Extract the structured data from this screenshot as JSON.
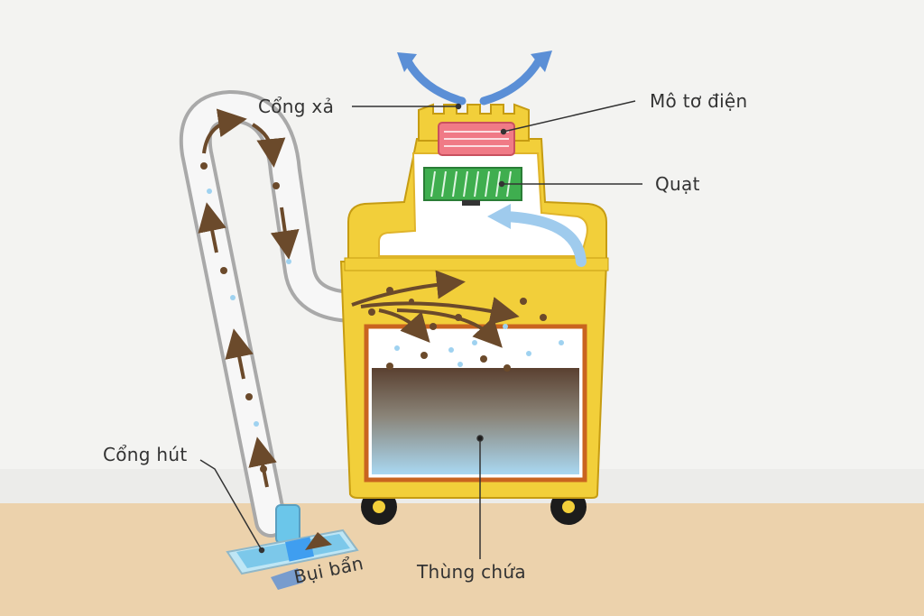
{
  "labels": {
    "exhaust_port": "Cổng xả",
    "electric_motor": "Mô tơ điện",
    "fan": "Quạt",
    "suction_port": "Cổng hút",
    "dirt": "Bụi bẩn",
    "container": "Thùng chứa"
  },
  "colors": {
    "background": "#f3f3f1",
    "floor": "#ecd2ac",
    "body": "#f2cf3a",
    "body_outline": "#c69c12",
    "motor": "#f07a86",
    "fan": "#3fae4f",
    "airflow": "#5b8fd6",
    "dirt": "#6b4a2b",
    "tank_wall": "#c9641f",
    "water": "#9fd2f0"
  }
}
